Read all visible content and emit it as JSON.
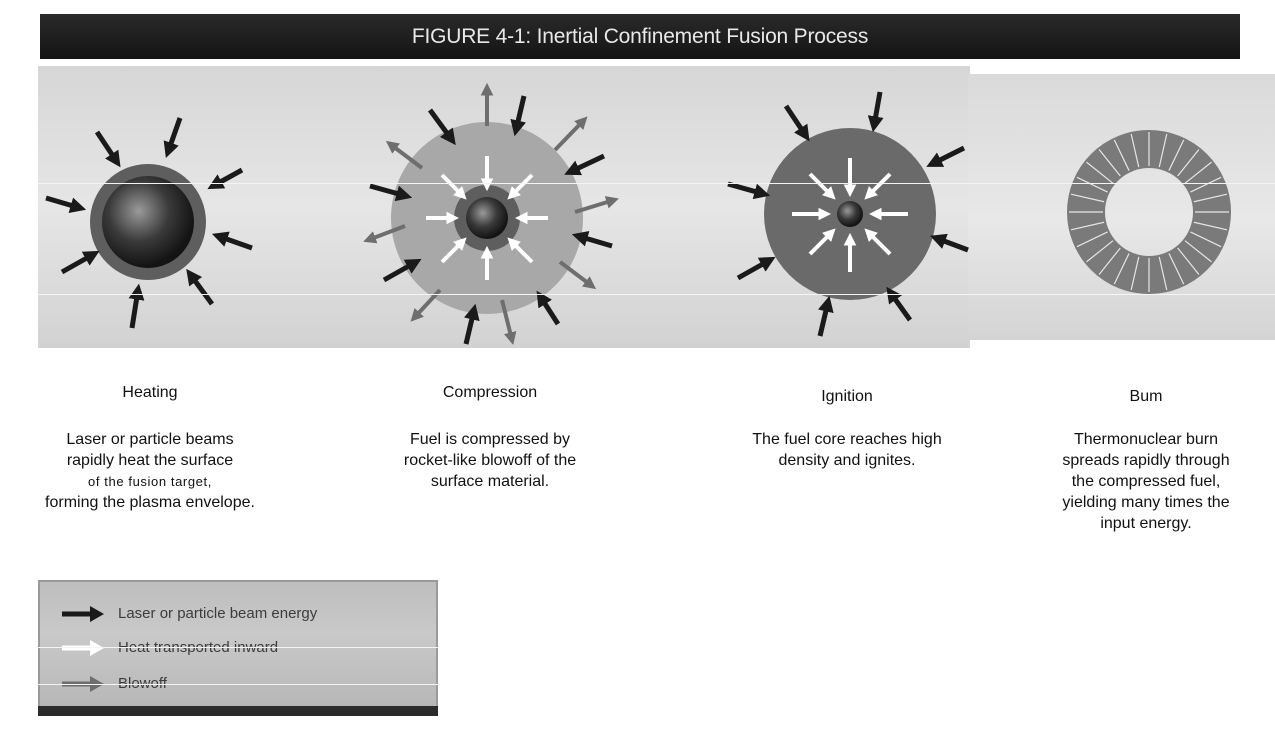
{
  "figure": {
    "title": "FIGURE 4-1: Inertial Confinement Fusion Process"
  },
  "stages": [
    {
      "title": "Heating",
      "description": [
        "Laser or particle beams",
        "rapidly heat the surface",
        "of the fusion target,",
        "forming the plasma envelope."
      ]
    },
    {
      "title": "Compression",
      "description": [
        "Fuel is compressed by",
        "rocket-like blowoff of the",
        "surface material."
      ]
    },
    {
      "title": "Ignition",
      "description": [
        "The fuel core reaches high",
        "density and ignites."
      ]
    },
    {
      "title": "Bum",
      "description": [
        "Thermonuclear  burn",
        "spreads rapidly through",
        "the compressed fuel,",
        "yielding many times the",
        "input energy."
      ]
    }
  ],
  "legend": {
    "items": [
      {
        "label": "Laser or particle beam energy",
        "color": "#1a1a1a"
      },
      {
        "label": "Heat transported inward",
        "color": "#ffffff"
      },
      {
        "label": "Blowoff",
        "color": "#6e6e6e"
      }
    ]
  }
}
